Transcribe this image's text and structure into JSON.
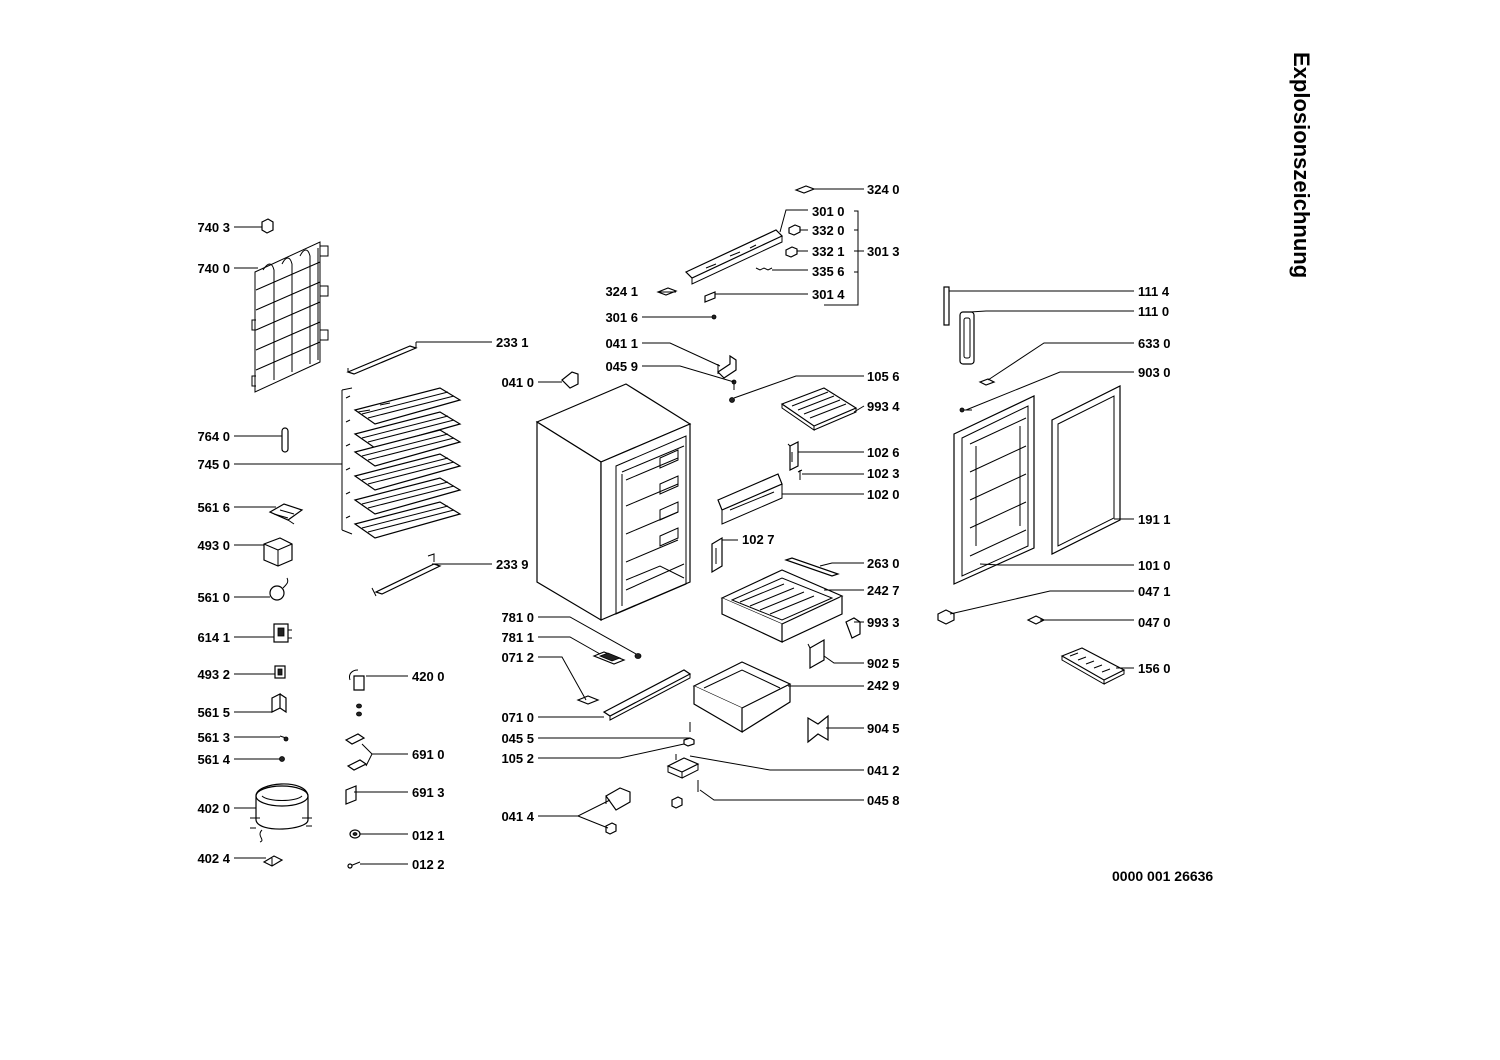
{
  "title": "Explosionszeichnung",
  "drawing_number": "0000 001 26636",
  "parts": {
    "p7403": "740 3",
    "p7400": "740 0",
    "p2331": "233 1",
    "p7640": "764 0",
    "p7450": "745 0",
    "p5616": "561 6",
    "p4930": "493 0",
    "p2339": "233 9",
    "p5610": "561 0",
    "p6141": "614 1",
    "p4932": "493 2",
    "p4200": "420 0",
    "p5615": "561 5",
    "p5613": "561 3",
    "p6910": "691 0",
    "p5614": "561 4",
    "p4020": "402 0",
    "p6913": "691 3",
    "p0121": "012 1",
    "p4024": "402 4",
    "p0122": "012 2",
    "p3240": "324 0",
    "p3010": "301 0",
    "p3320": "332 0",
    "p3321": "332 1",
    "p3013": "301 3",
    "p3356": "335 6",
    "p3241": "324 1",
    "p3014": "301 4",
    "p3016": "301 6",
    "p0411": "041 1",
    "p0459": "045 9",
    "p0410": "041 0",
    "p1056": "105 6",
    "p9934": "993 4",
    "p1026": "102 6",
    "p1023": "102 3",
    "p1020": "102 0",
    "p1027": "102 7",
    "p2630": "263 0",
    "p2427": "242 7",
    "p7810": "781 0",
    "p9933": "993 3",
    "p7811": "781 1",
    "p0712": "071 2",
    "p9025": "902 5",
    "p2429": "242 9",
    "p0710": "071 0",
    "p9045": "904 5",
    "p0455": "045 5",
    "p1052": "105 2",
    "p0412": "041 2",
    "p0458": "045 8",
    "p0414": "041 4",
    "p1114": "111 4",
    "p1110": "111 0",
    "p6330": "633 0",
    "p9030": "903 0",
    "p1911": "191 1",
    "p1010": "101 0",
    "p0471": "047 1",
    "p0470": "047 0",
    "p1560": "156 0"
  }
}
